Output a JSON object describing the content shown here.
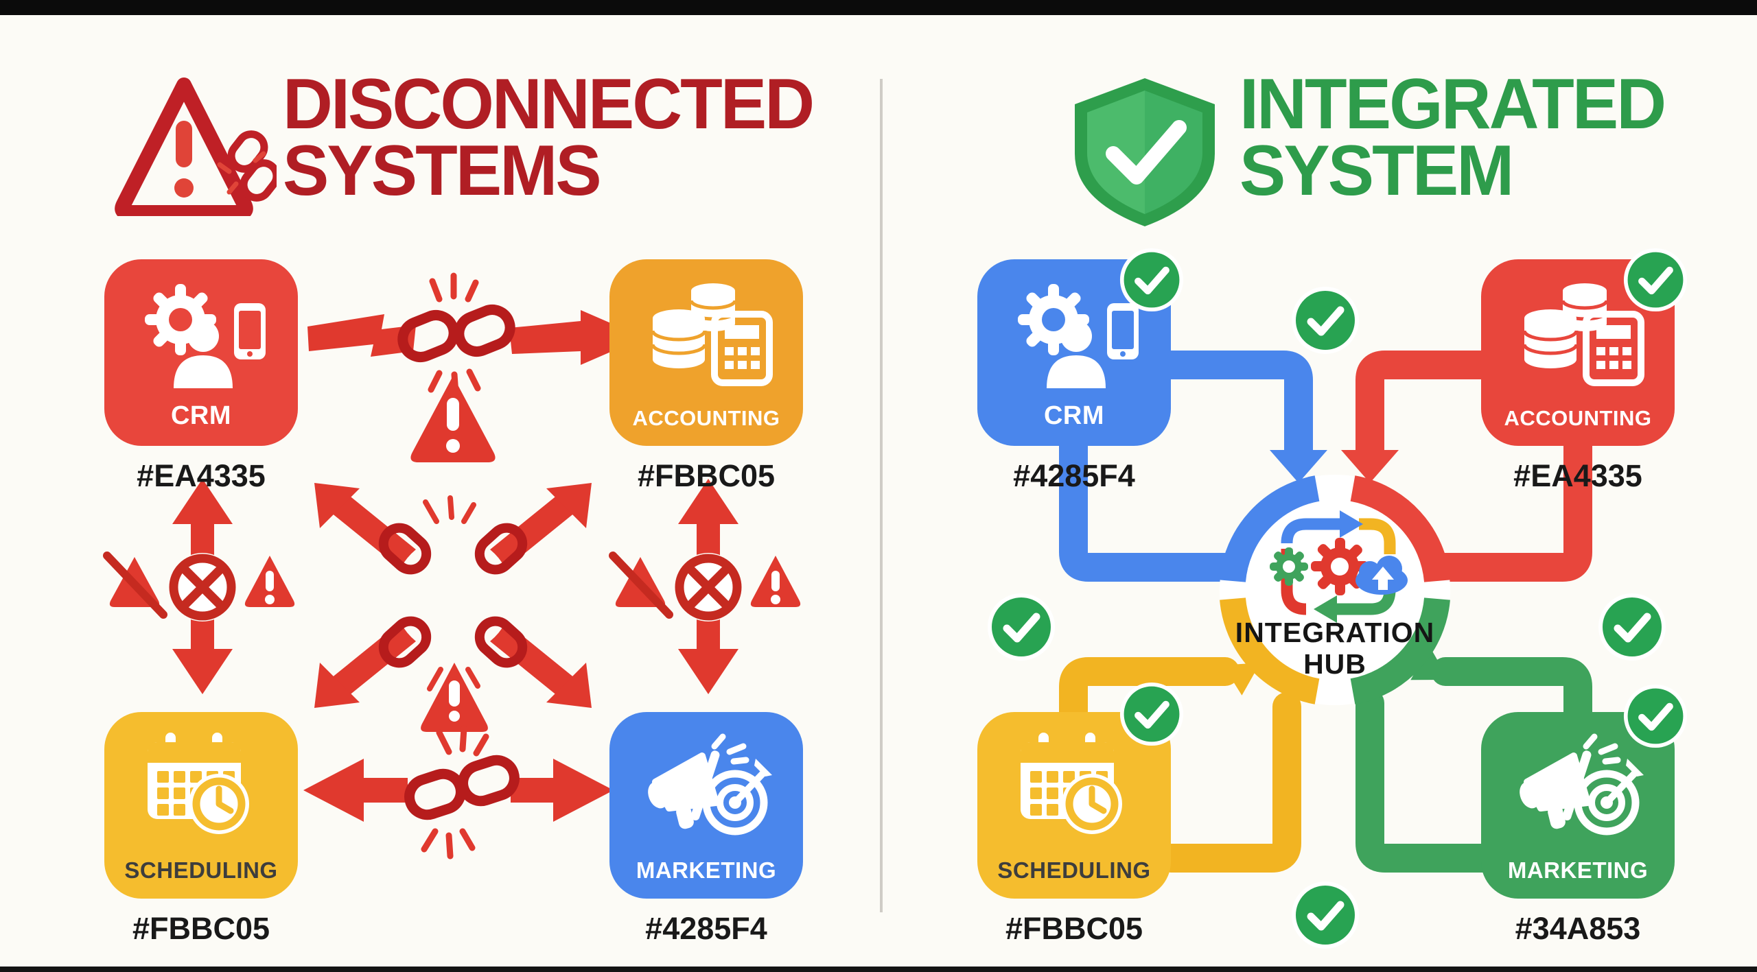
{
  "left_panel": {
    "title_line1": "DISCONNECTED",
    "title_line2": "SYSTEMS",
    "title_color": "#B01E24",
    "apps": [
      {
        "name": "CRM",
        "code": "#EA4335",
        "color": "#EA4335"
      },
      {
        "name": "ACCOUNTING",
        "code": "#FBBC05",
        "color": "#EFA22C"
      },
      {
        "name": "SCHEDULING",
        "code": "#FBBC05",
        "color": "#F5BD2E"
      },
      {
        "name": "MARKETING",
        "code": "#4285F4",
        "color": "#4285F4"
      }
    ]
  },
  "right_panel": {
    "title_line1": "INTEGRATED",
    "title_line2": "SYSTEM",
    "title_color": "#2E9C4B",
    "hub": {
      "line1": "INTEGRATION",
      "line2": "HUB"
    },
    "apps": [
      {
        "name": "CRM",
        "code": "#4285F4",
        "color": "#4285F4"
      },
      {
        "name": "ACCOUNTING",
        "code": "#EA4335",
        "color": "#EA4335"
      },
      {
        "name": "SCHEDULING",
        "code": "#FBBC05",
        "color": "#F5BD2E"
      },
      {
        "name": "MARKETING",
        "code": "#34A853",
        "color": "#34A853"
      }
    ]
  },
  "colors": {
    "check_green": "#28A352",
    "arrow_red": "#E0392E",
    "chain_red": "#B61C1C",
    "google_blue": "#4285F4",
    "google_red": "#EA4335",
    "google_yellow": "#FBBC05",
    "google_green": "#34A853",
    "background": "#FCFBF6"
  }
}
